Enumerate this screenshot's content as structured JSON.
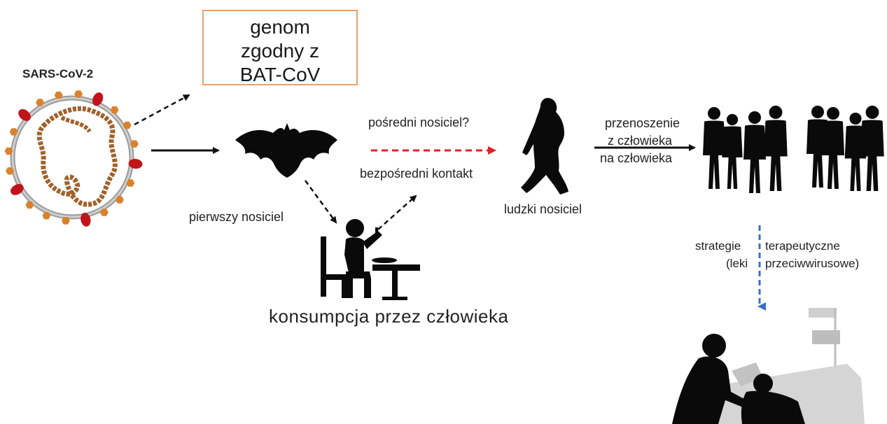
{
  "virus": {
    "label": "SARS-CoV-2",
    "name": "sars-cov-2-virion"
  },
  "genome_box": {
    "lines": [
      "genom",
      "zgodny z",
      "BAT-CoV"
    ],
    "border_color": "#e8a06a"
  },
  "labels": {
    "first_host": "pierwszy nosiciel",
    "intermediate_host": "pośredni nosiciel?",
    "direct_contact": "bezpośredni kontakt",
    "human_host": "ludzki nosiciel",
    "human_to_human": [
      "przenoszenie",
      "z człowieka",
      "na człowieka"
    ],
    "consumption": "konsumpcja przez człowieka",
    "therapy_left": [
      "strategie",
      "(leki"
    ],
    "therapy_right": [
      "terapeutyczne",
      "przeciwwirusowe)"
    ]
  },
  "colors": {
    "red_dashed_arrow": "#e02020",
    "blue_dashed_arrow": "#3a6fc4",
    "silhouette": "#0a0a0a",
    "spike_red": "#c0141a",
    "spike_orange": "#d9822b",
    "rna": "#a0622d"
  },
  "icons": [
    "bat-icon",
    "eating-person-icon",
    "walking-person-icon",
    "crowd-icon",
    "hospital-patient-icon"
  ]
}
